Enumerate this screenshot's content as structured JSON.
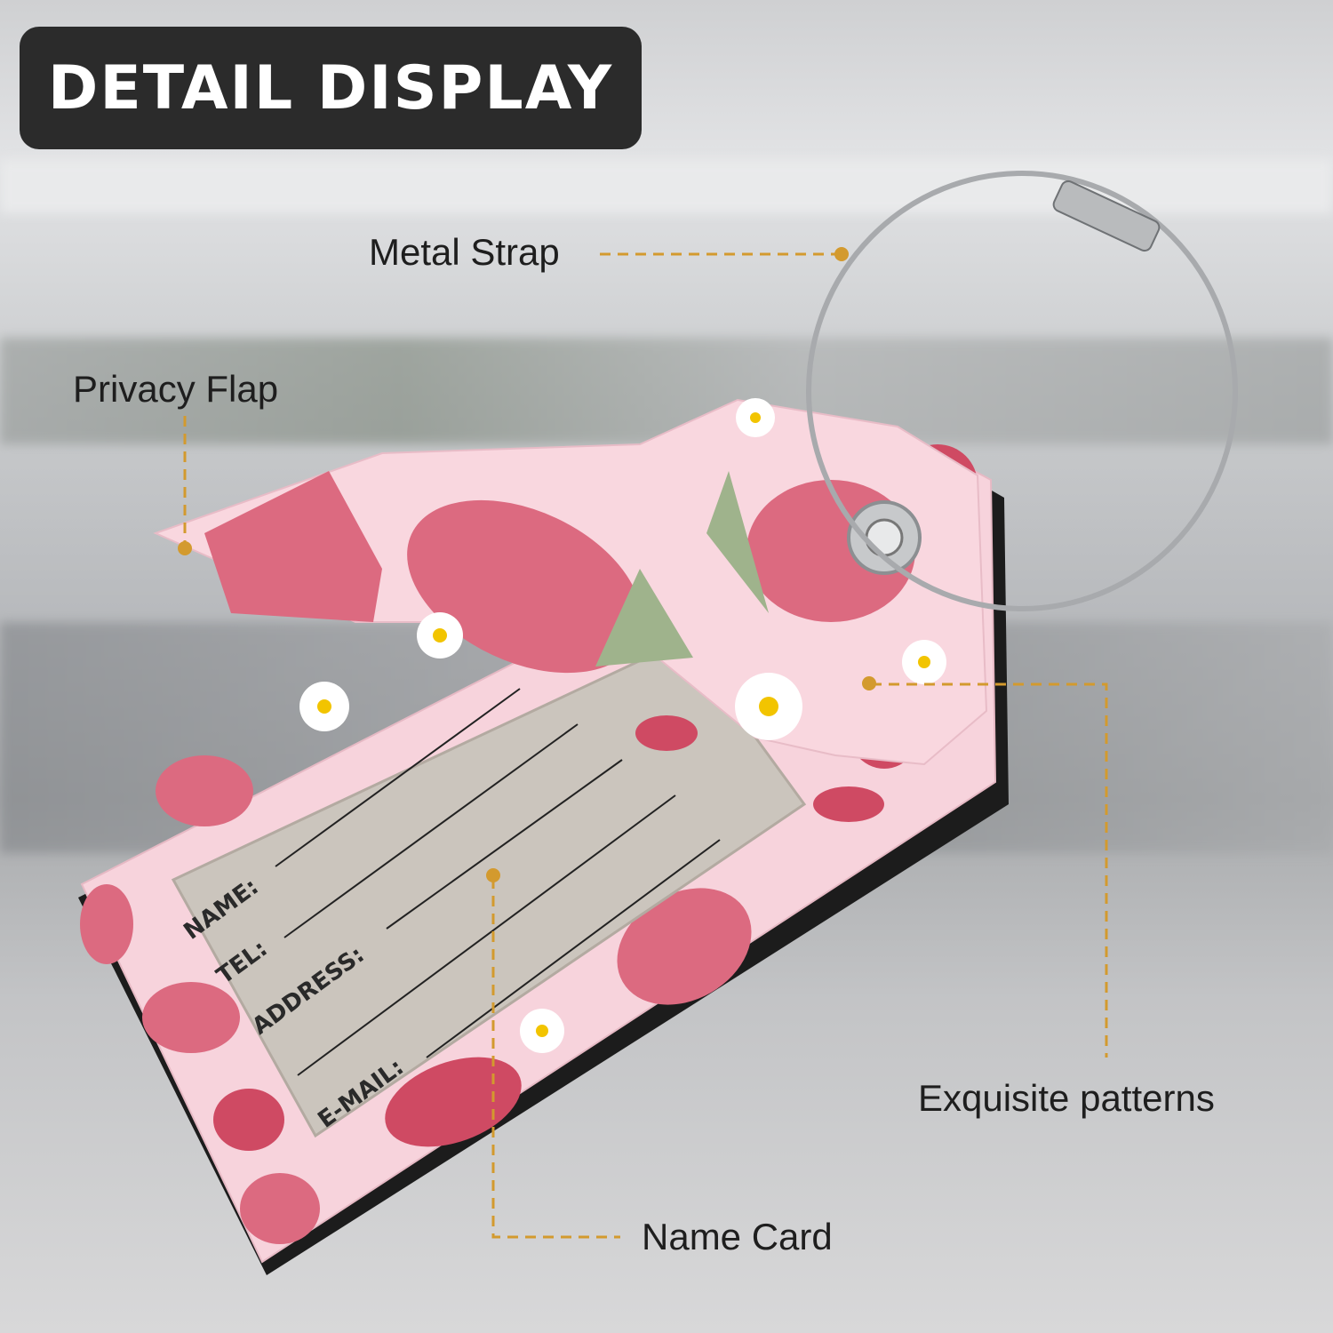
{
  "title": "DETAIL DISPLAY",
  "callouts": {
    "metal_strap": "Metal Strap",
    "privacy_flap": "Privacy Flap",
    "exquisite_patterns": "Exquisite patterns",
    "name_card": "Name Card"
  },
  "card_fields": [
    "NAME:",
    "TEL:",
    "ADDRESS:",
    "E-MAIL:"
  ],
  "colors": {
    "accent": "#d39a2e",
    "badge": "#2b2b2b",
    "tag_pink": "#f7d3dc",
    "strawberry": "#dc6a80"
  }
}
